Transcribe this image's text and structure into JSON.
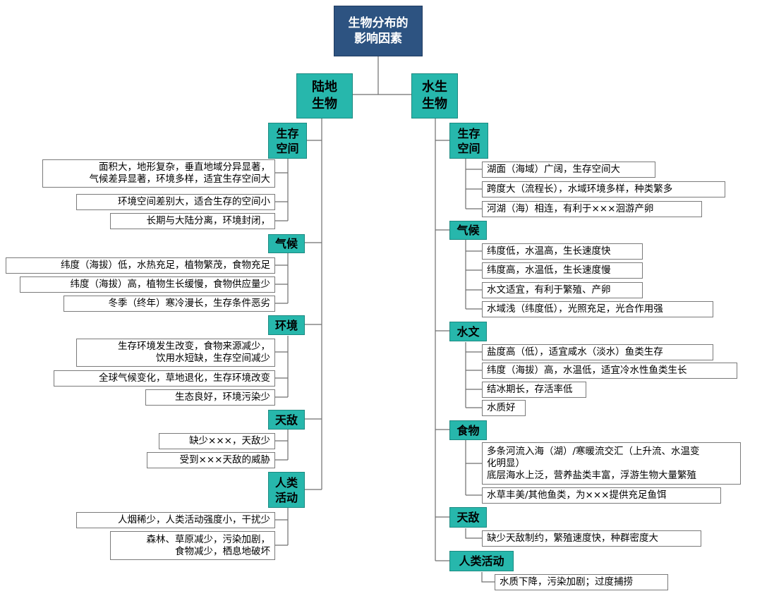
{
  "root": {
    "title": "生物分布的\n影响因素"
  },
  "land": {
    "title": "陆地\n生物",
    "categories": [
      {
        "name": "生存\n空间",
        "items": [
          "面积大，地形复杂，垂直地域分异显著，\n气候差异显著，环境多样，适宜生存空间大",
          "环境空间差别大，适合生存的空间小",
          "长期与大陆分离，环境封闭，"
        ]
      },
      {
        "name": "气候",
        "items": [
          "纬度（海拔）低，水热充足，植物繁茂，食物充足",
          "纬度（海拔）高，植物生长缓慢，食物供应量少",
          "冬季（终年）寒冷漫长，生存条件恶劣"
        ]
      },
      {
        "name": "环境",
        "items": [
          "生存环境发生改变，食物来源减少，\n饮用水短缺，生存空间减少",
          "全球气候变化，草地退化，生存环境改变",
          "生态良好，环境污染少"
        ]
      },
      {
        "name": "天敌",
        "items": [
          "缺少×××，天敌少",
          "受到×××天敌的威胁"
        ]
      },
      {
        "name": "人类\n活动",
        "items": [
          "人烟稀少，人类活动强度小，干扰少",
          "森林、草原减少，污染加剧，\n食物减少，栖息地破坏"
        ]
      }
    ]
  },
  "water": {
    "title": "水生\n生物",
    "categories": [
      {
        "name": "生存\n空间",
        "items": [
          "湖面（海域）广阔，生存空间大",
          "跨度大（流程长），水域环境多样，种类繁多",
          "河湖（海）相连，有利于×××洄游产卵"
        ]
      },
      {
        "name": "气候",
        "items": [
          "纬度低，水温高，生长速度快",
          "纬度高，水温低，生长速度慢",
          "水文适宜，有利于繁殖、产卵",
          "水域浅（纬度低），光照充足，光合作用强"
        ]
      },
      {
        "name": "水文",
        "items": [
          "盐度高（低），适宜咸水（淡水）鱼类生存",
          "纬度（海拔）高，水温低，适宜冷水性鱼类生长",
          "结冰期长，存活率低",
          "水质好"
        ]
      },
      {
        "name": "食物",
        "items": [
          "多条河流入海（湖）/寒暖流交汇（上升流、水温变\n化明显）\n底层海水上泛，营养盐类丰富，浮游生物大量繁殖",
          "水草丰美/其他鱼类，为×××提供充足鱼饵"
        ]
      },
      {
        "name": "天敌",
        "items": [
          "缺少天敌制约，繁殖速度快，种群密度大"
        ]
      },
      {
        "name": "人类活动",
        "items": [
          "水质下降，污染加剧；过度捕捞"
        ]
      }
    ]
  },
  "colors": {
    "root": "#2d5381",
    "node": "#27b7ac",
    "line": "#6f6f6f"
  }
}
